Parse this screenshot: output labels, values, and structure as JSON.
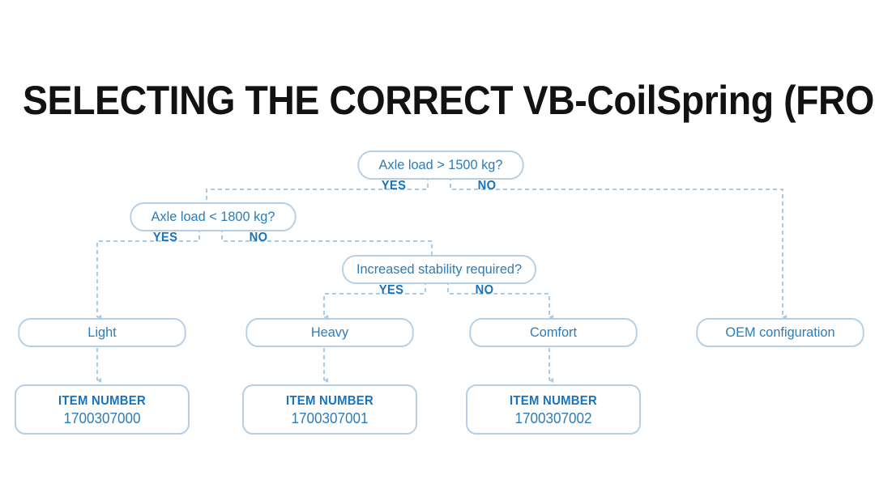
{
  "title": "SELECTING THE CORRECT VB-CoilSpring (FRONT AXLE)",
  "colors": {
    "title_text": "#121212",
    "node_text": "#2d7cb8",
    "branch_label": "#1972be",
    "node_border": "#b3d0e8",
    "connector": "#a9cbe6",
    "background": "#ffffff"
  },
  "decisions": [
    {
      "id": "q1",
      "label": "Axle load > 1500 kg?",
      "yes_label": "YES",
      "no_label": "NO"
    },
    {
      "id": "q2",
      "label": "Axle load < 1800 kg?",
      "yes_label": "YES",
      "no_label": "NO"
    },
    {
      "id": "q3",
      "label": "Increased stability required?",
      "yes_label": "YES",
      "no_label": "NO"
    }
  ],
  "results": [
    {
      "id": "r1",
      "label": "Light"
    },
    {
      "id": "r2",
      "label": "Heavy"
    },
    {
      "id": "r3",
      "label": "Comfort"
    },
    {
      "id": "r4",
      "label": "OEM configuration"
    }
  ],
  "item_numbers": [
    {
      "id": "i1",
      "label": "ITEM NUMBER",
      "value": "1700307000"
    },
    {
      "id": "i2",
      "label": "ITEM NUMBER",
      "value": "1700307001"
    },
    {
      "id": "i3",
      "label": "ITEM NUMBER",
      "value": "1700307002"
    }
  ],
  "flow": {
    "q1_yes_to": "q2",
    "q1_no_to": "r4",
    "q2_yes_to": "r1",
    "q2_no_to": "q3",
    "q3_yes_to": "r2",
    "q3_no_to": "r3",
    "r1_to": "i1",
    "r2_to": "i2",
    "r3_to": "i3"
  }
}
